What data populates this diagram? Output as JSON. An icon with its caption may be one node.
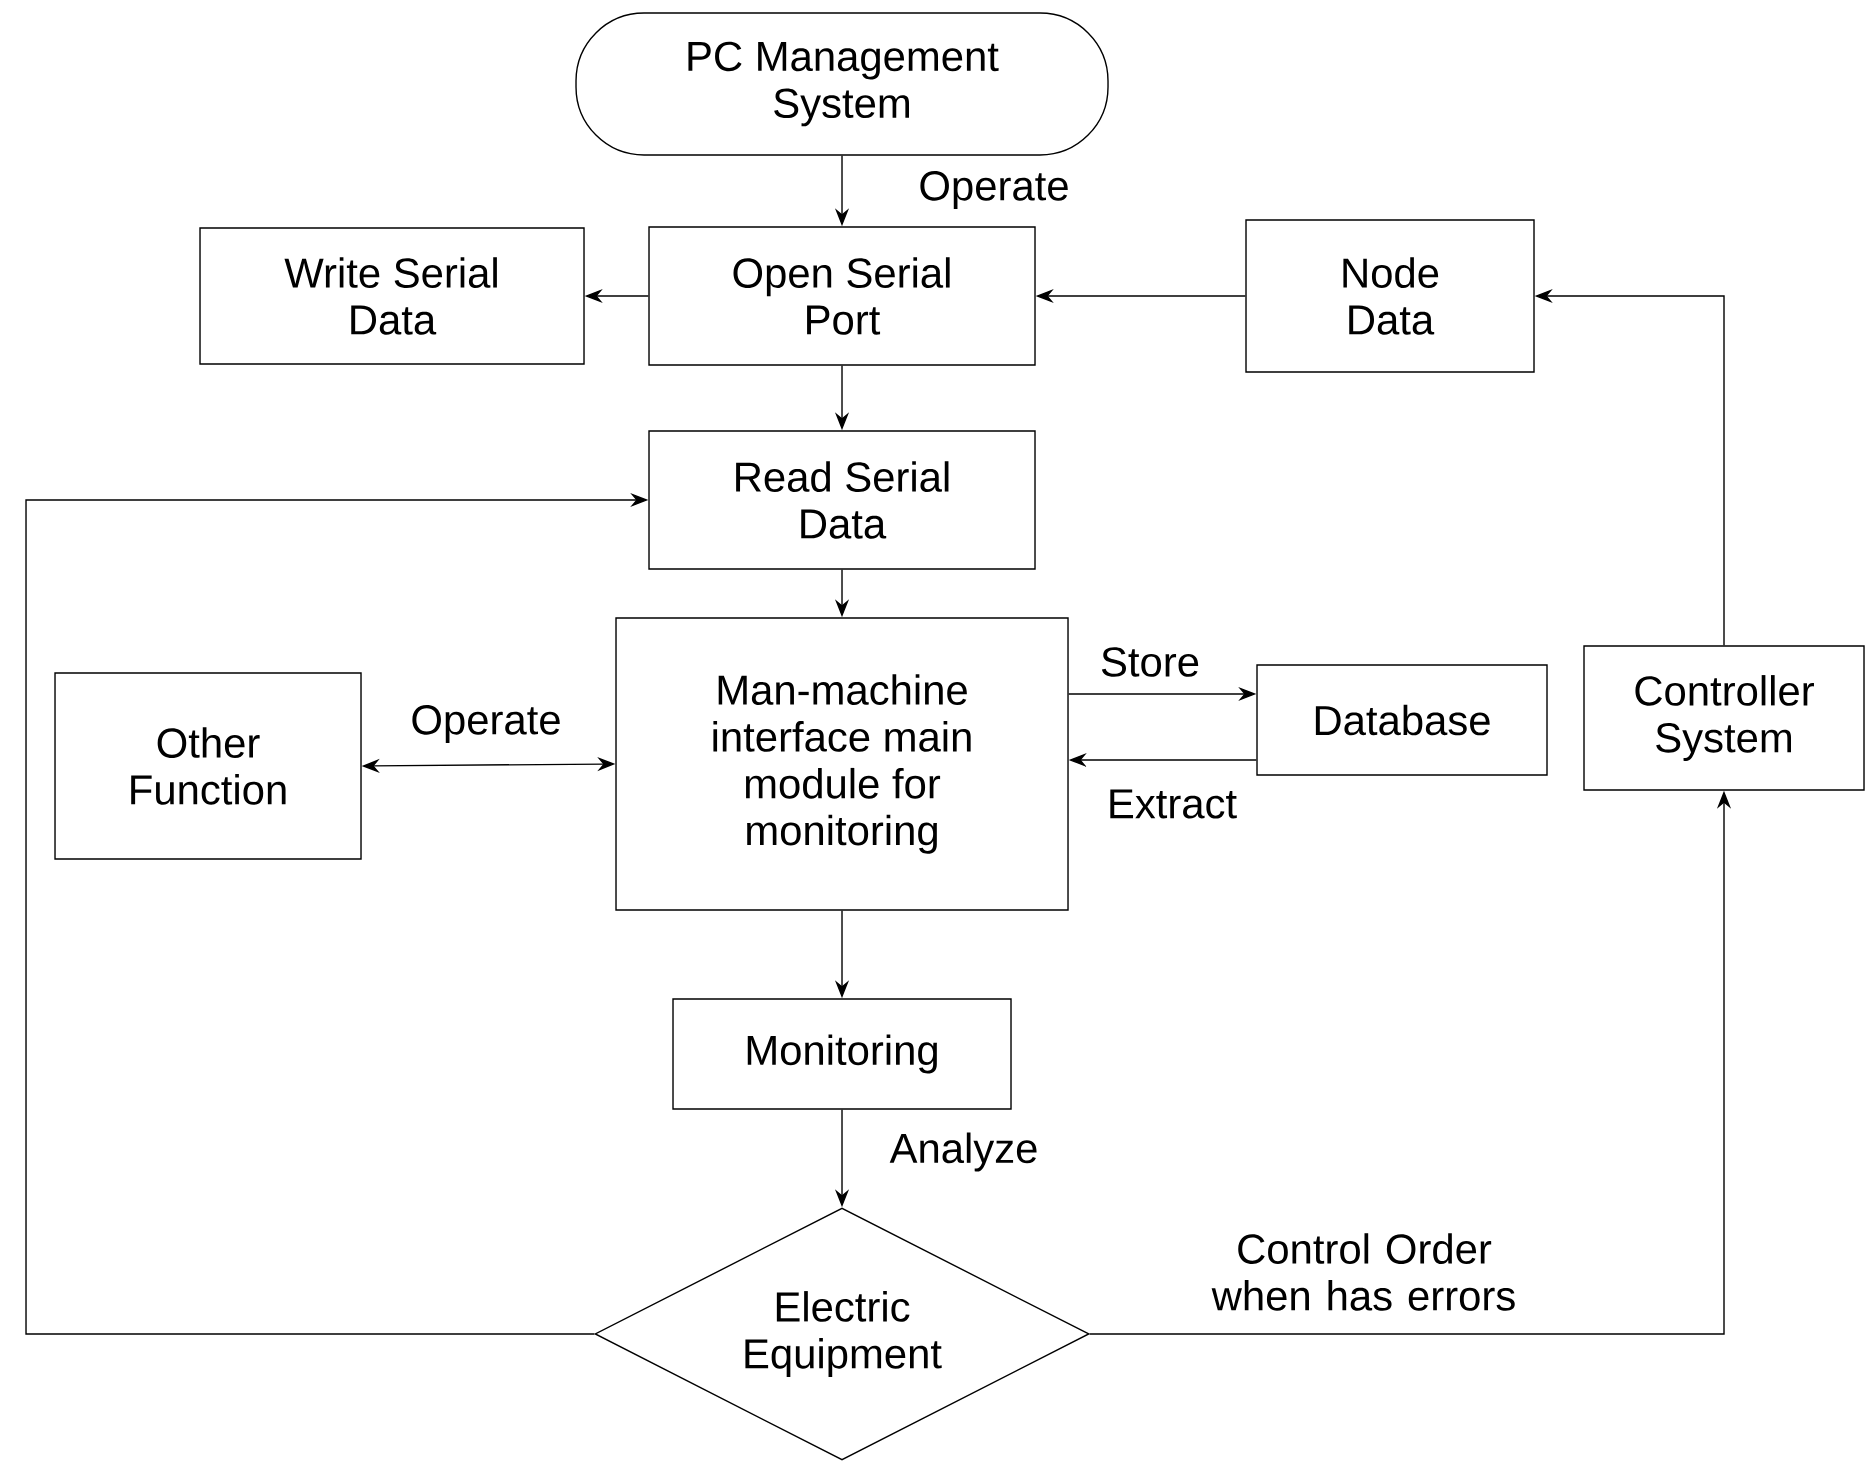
{
  "diagram": {
    "nodes": [
      {
        "text": [
          "PC Management System"
        ]
      },
      {
        "text": [
          "Write Serial Data"
        ]
      },
      {
        "text": [
          "Open Serial Port"
        ]
      },
      {
        "text": [
          "Node Data"
        ]
      },
      {
        "text": [
          "Read Serial Data"
        ]
      },
      {
        "text": [
          "Other Function"
        ]
      },
      {
        "text": [
          "Man-machine interface main module for monitoring"
        ]
      },
      {
        "text": [
          "Database"
        ]
      },
      {
        "text": [
          "Controller System"
        ]
      },
      {
        "text": [
          "Monitoring"
        ]
      },
      {
        "text": [
          "Electric Equipment"
        ]
      }
    ],
    "edges": [
      {
        "from": 0,
        "to": 2,
        "arrow": "to",
        "label": "Operate"
      },
      {
        "from": 2,
        "to": 1,
        "arrow": "to"
      },
      {
        "from": 3,
        "to": 2,
        "arrow": "to"
      },
      {
        "from": 8,
        "to": 3,
        "arrow": "to"
      },
      {
        "from": 2,
        "to": 4,
        "arrow": "to"
      },
      {
        "from": 4,
        "to": 6,
        "arrow": "to"
      },
      {
        "from": 5,
        "to": 6,
        "arrow": "both",
        "label": "Operate"
      },
      {
        "from": 6,
        "to": 7,
        "arrow": "to",
        "label": "Store"
      },
      {
        "from": 7,
        "to": 6,
        "arrow": "to",
        "label": "Extract"
      },
      {
        "from": 6,
        "to": 9,
        "arrow": "to"
      },
      {
        "from": 9,
        "to": 10,
        "arrow": "to",
        "label": "Analyze"
      },
      {
        "from": 10,
        "to": 4,
        "arrow": "to"
      },
      {
        "from": 10,
        "to": 8,
        "arrow": "to",
        "label": "Control Order when has errors"
      }
    ]
  }
}
